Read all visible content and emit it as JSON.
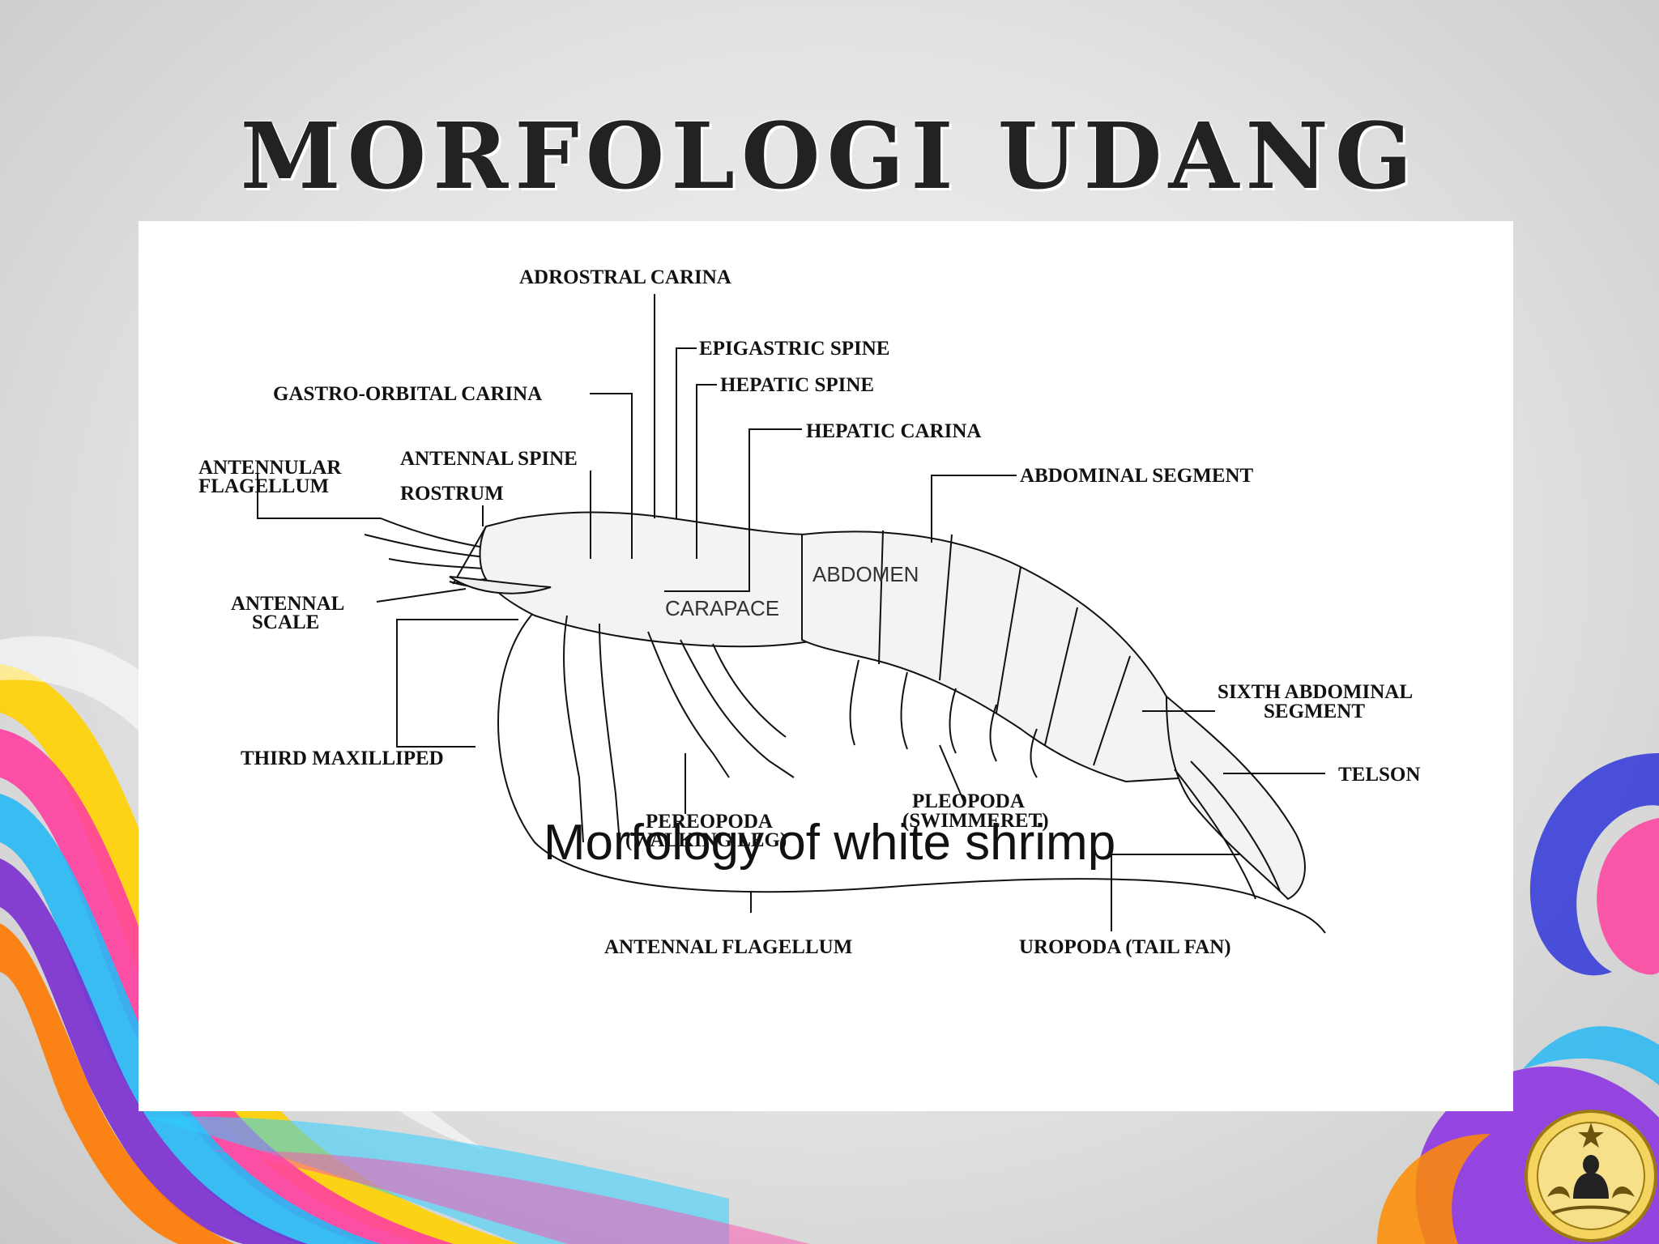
{
  "slide": {
    "title": "MORFOLOGI UDANG",
    "caption": "Morfology of white shrimp"
  },
  "diagram": {
    "labels": {
      "adrostral_carina": "ADROSTRAL CARINA",
      "epigastric_spine": "EPIGASTRIC SPINE",
      "gastro_orbital_carina": "GASTRO-ORBITAL CARINA",
      "hepatic_spine": "HEPATIC SPINE",
      "hepatic_carina": "HEPATIC CARINA",
      "abdominal_segment": "ABDOMINAL SEGMENT",
      "antennular_flagellum_1": "ANTENNULAR",
      "antennular_flagellum_2": "FLAGELLUM",
      "antennal_spine": "ANTENNAL SPINE",
      "rostrum": "ROSTRUM",
      "antennal_scale_1": "ANTENNAL",
      "antennal_scale_2": "SCALE",
      "third_maxilliped": "THIRD MAXILLIPED",
      "pereopoda_1": "PEREOPODA",
      "pereopoda_2": "(WALKING LEG)",
      "pleopoda_1": "PLEOPODA",
      "pleopoda_2": "(SWIMMERET)",
      "sixth_abdominal_segment_1": "SIXTH ABDOMINAL",
      "sixth_abdominal_segment_2": "SEGMENT",
      "telson": "TELSON",
      "antennal_flagellum": "ANTENNAL FLAGELLUM",
      "uropoda": "UROPODA (TAIL FAN)",
      "abdomen": "ABDOMEN",
      "carapace": "CARAPACE"
    }
  },
  "colors": {
    "title": "#222222",
    "panel": "#ffffff",
    "line": "#111111",
    "shrimp_fill": "#f3f3f3"
  }
}
